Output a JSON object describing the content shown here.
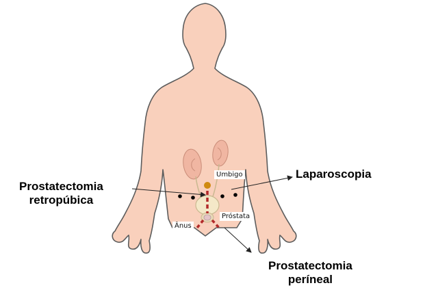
{
  "labels": {
    "retropubic_line1": "Prostatectomia",
    "retropubic_line2": "retropúbica",
    "laparoscopy": "Laparoscopia",
    "perineal_line1": "Prostatectomia",
    "perineal_line2": "períneal",
    "umbilicus": "Umbigo",
    "prostate": "Próstata",
    "anus": "Ânus"
  },
  "colors": {
    "skin": "#f9d0bc",
    "outline": "#5c5c5c",
    "kidney": "#f0b6a2",
    "incision": "#b22a2a",
    "umbilicus_marker": "#d08a10",
    "bladder": "#f4e8c8"
  }
}
